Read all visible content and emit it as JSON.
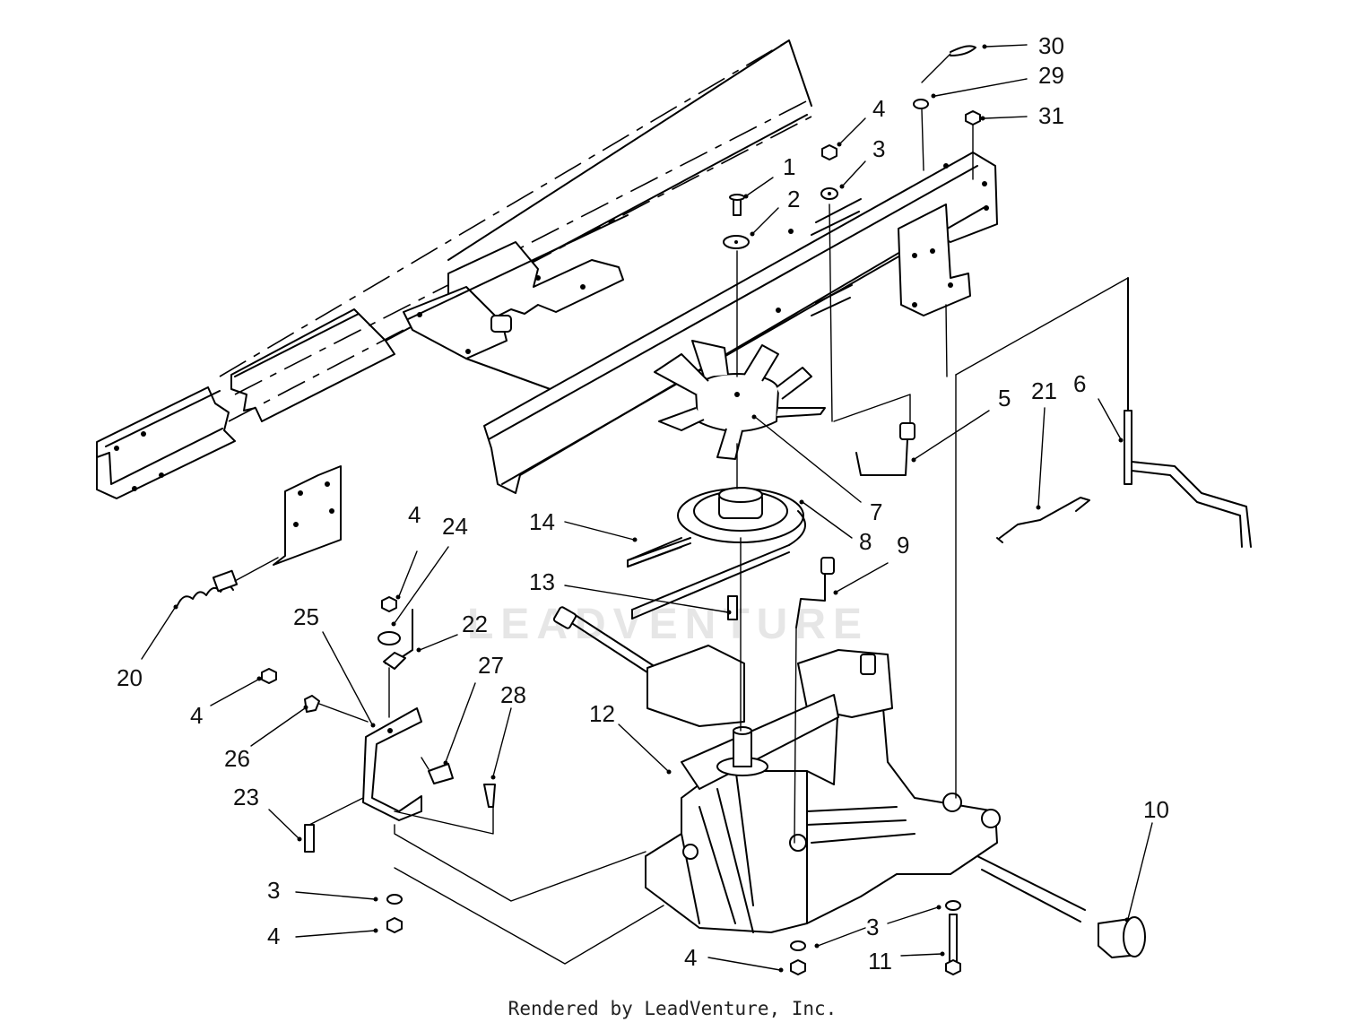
{
  "watermark": "LEADVENTURE",
  "credit": "Rendered by LeadVenture, Inc.",
  "callouts": [
    {
      "id": "c30",
      "label": "30"
    },
    {
      "id": "c29",
      "label": "29"
    },
    {
      "id": "c31",
      "label": "31"
    },
    {
      "id": "c4a",
      "label": "4"
    },
    {
      "id": "c3a",
      "label": "3"
    },
    {
      "id": "c1",
      "label": "1"
    },
    {
      "id": "c2",
      "label": "2"
    },
    {
      "id": "c5",
      "label": "5"
    },
    {
      "id": "c21",
      "label": "21"
    },
    {
      "id": "c6",
      "label": "6"
    },
    {
      "id": "c7",
      "label": "7"
    },
    {
      "id": "c8",
      "label": "8"
    },
    {
      "id": "c9",
      "label": "9"
    },
    {
      "id": "c14",
      "label": "14"
    },
    {
      "id": "c13",
      "label": "13"
    },
    {
      "id": "c4b",
      "label": "4"
    },
    {
      "id": "c24",
      "label": "24"
    },
    {
      "id": "c22",
      "label": "22"
    },
    {
      "id": "c25",
      "label": "25"
    },
    {
      "id": "c20",
      "label": "20"
    },
    {
      "id": "c27",
      "label": "27"
    },
    {
      "id": "c28",
      "label": "28"
    },
    {
      "id": "c4c",
      "label": "4"
    },
    {
      "id": "c26",
      "label": "26"
    },
    {
      "id": "c23",
      "label": "23"
    },
    {
      "id": "c12",
      "label": "12"
    },
    {
      "id": "c10",
      "label": "10"
    },
    {
      "id": "c3b",
      "label": "3"
    },
    {
      "id": "c4d",
      "label": "4"
    },
    {
      "id": "c3c",
      "label": "3"
    },
    {
      "id": "c11",
      "label": "11"
    },
    {
      "id": "c4e",
      "label": "4"
    }
  ]
}
